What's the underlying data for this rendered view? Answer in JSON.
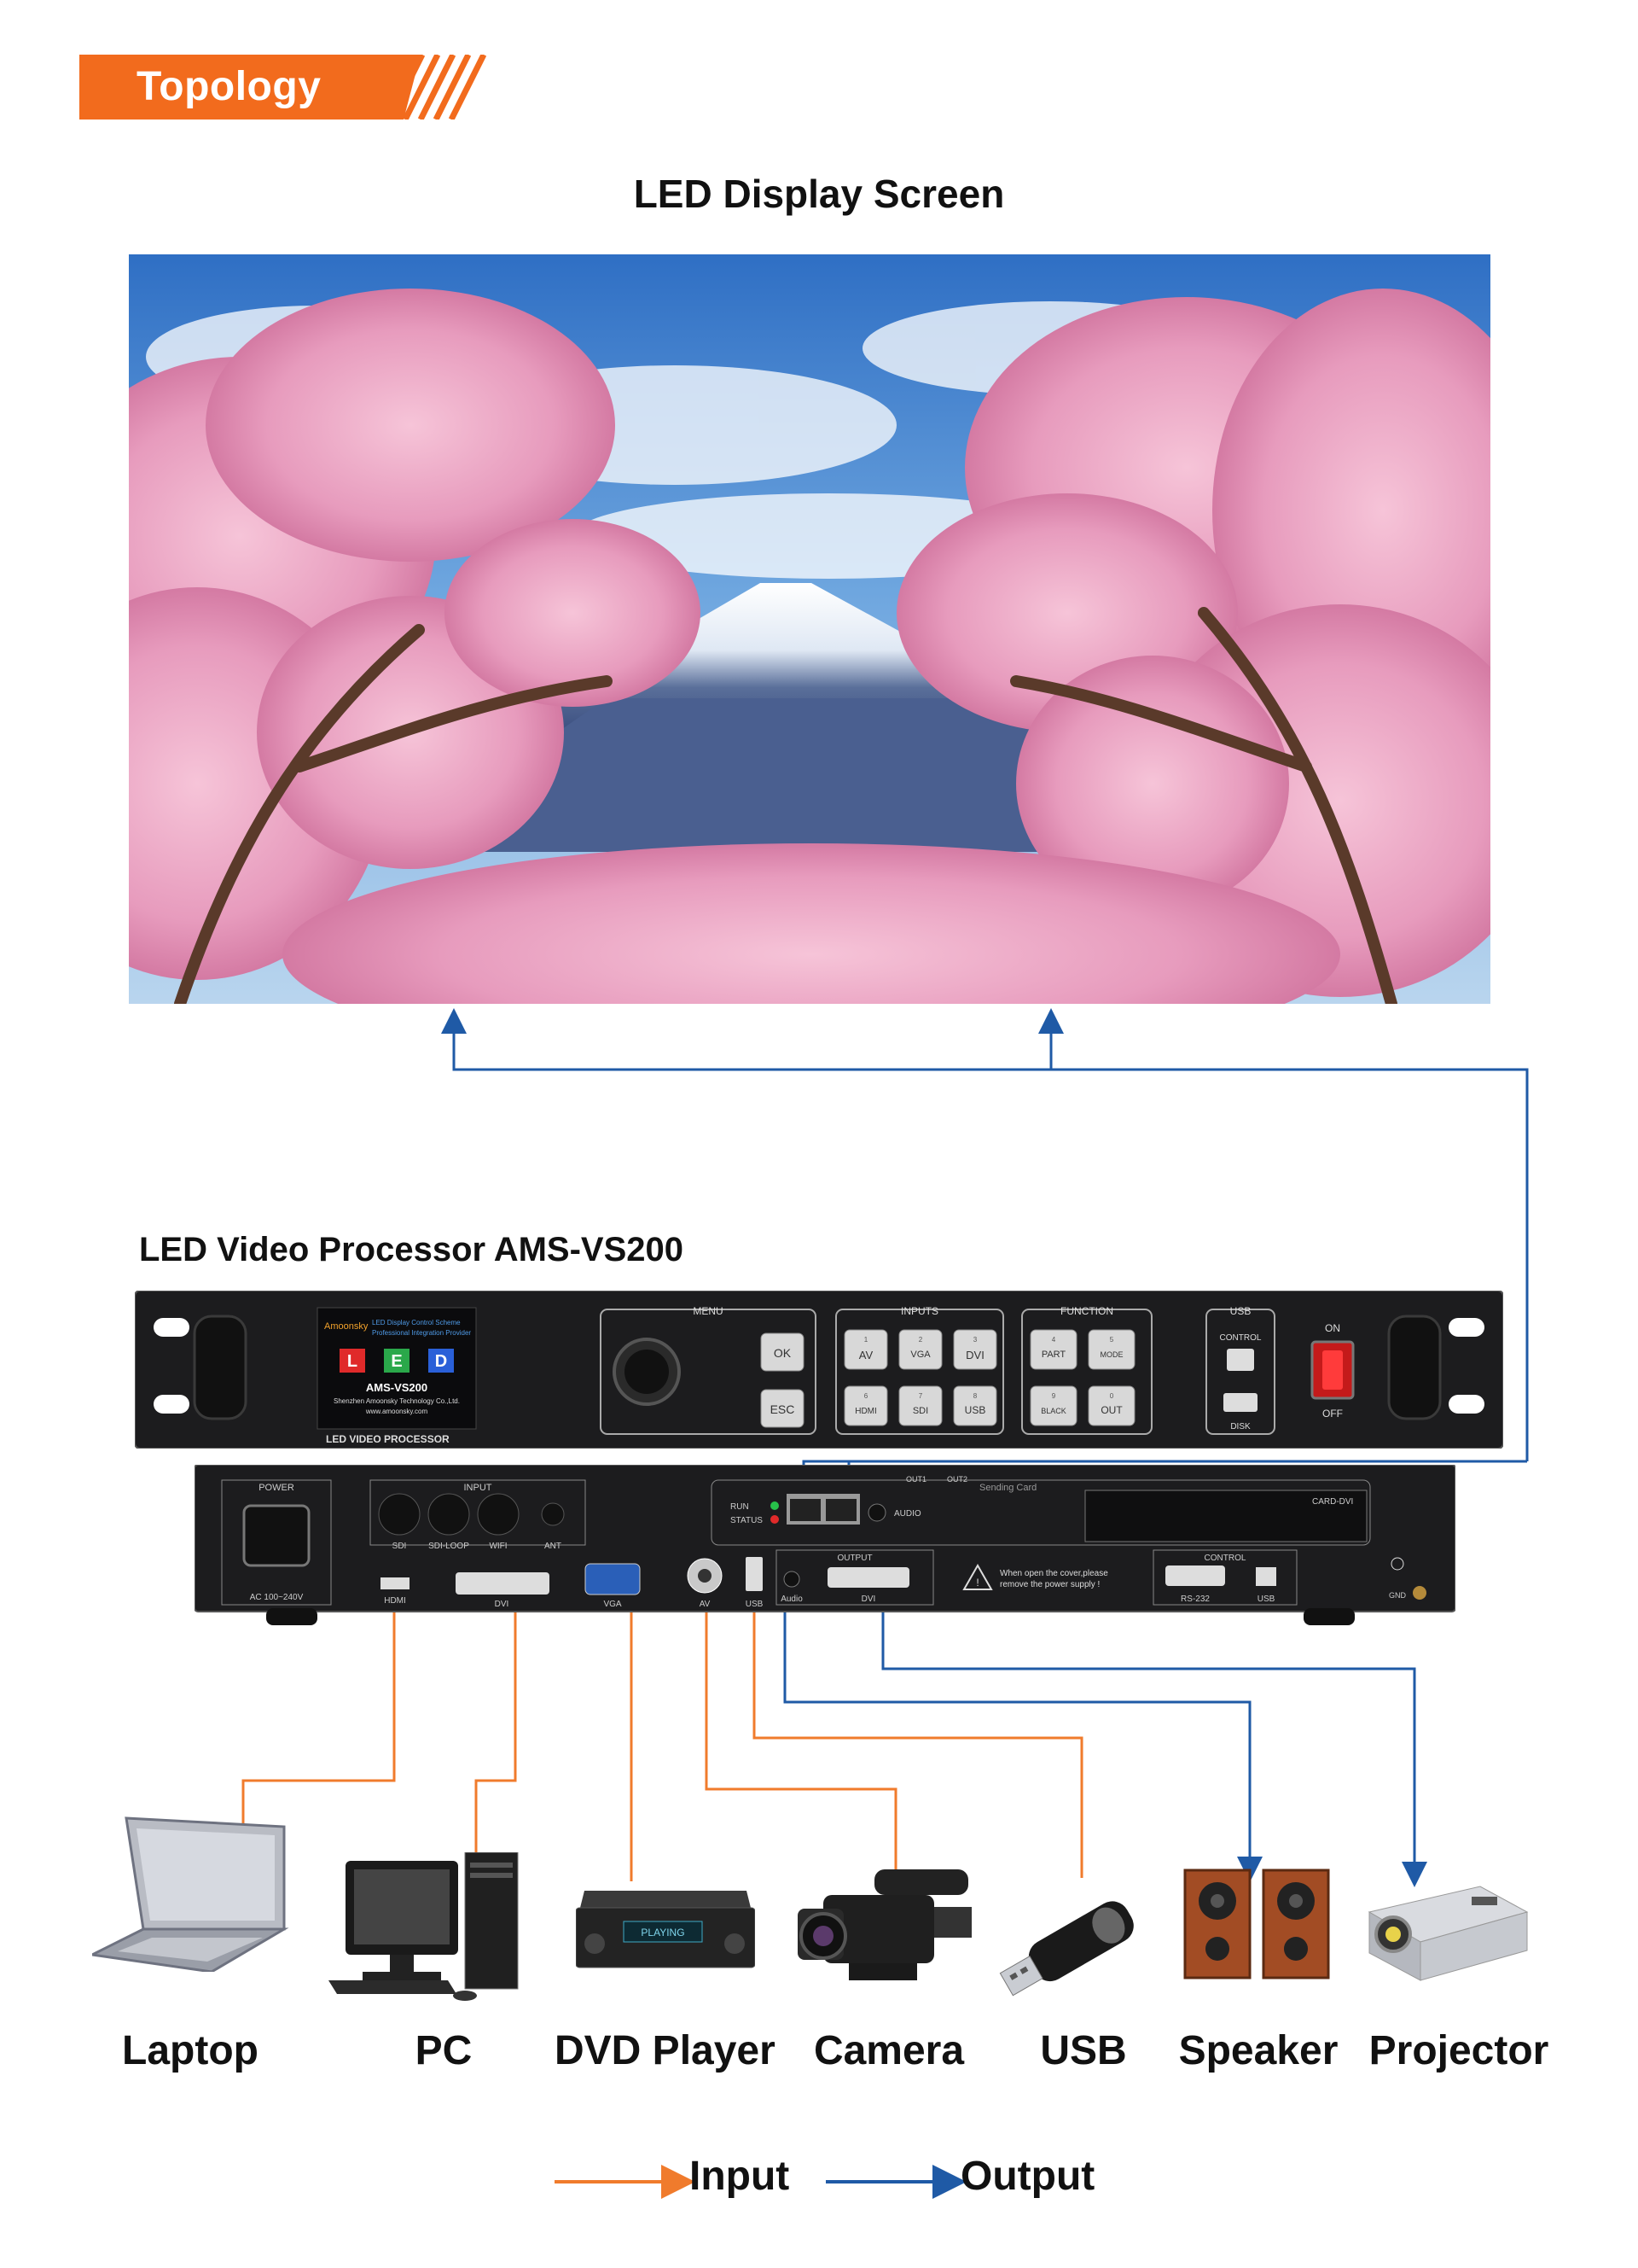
{
  "banner": {
    "title": "Topology"
  },
  "screen_title": "LED Display Screen",
  "processor_title": "LED Video Processor AMS-VS200",
  "front_panel": {
    "logo_brand": "Amoonsky",
    "logo_tagline_1": "LED Display Control Scheme",
    "logo_tagline_2": "Professional Integration Provider",
    "logo_letters": [
      "L",
      "E",
      "D"
    ],
    "logo_model": "AMS-VS200",
    "logo_company": "Shenzhen Amoonsky Technology Co.,Ltd.",
    "logo_website": "www.amoonsky.com",
    "product_name": "LED VIDEO PROCESSOR",
    "menu_label": "MENU",
    "menu_buttons": [
      "OK",
      "ESC"
    ],
    "inputs_label": "INPUTS",
    "input_buttons": [
      {
        "num": "1",
        "label": "AV"
      },
      {
        "num": "2",
        "label": "VGA"
      },
      {
        "num": "3",
        "label": "DVI"
      },
      {
        "num": "6",
        "label": "HDMI"
      },
      {
        "num": "7",
        "label": "SDI"
      },
      {
        "num": "8",
        "label": "USB"
      }
    ],
    "function_label": "FUNCTION",
    "function_buttons": [
      {
        "num": "4",
        "label": "PART"
      },
      {
        "num": "5",
        "label": "MODE"
      },
      {
        "num": "9",
        "label": "BLACK"
      },
      {
        "num": "0",
        "label": "OUT"
      }
    ],
    "usb_label": "USB",
    "usb_control": "CONTROL",
    "usb_disk": "DISK",
    "power_on": "ON",
    "power_off": "OFF"
  },
  "rear_panel": {
    "power_label": "POWER",
    "power_voltage": "AC 100~240V",
    "input_label": "INPUT",
    "input_ports": [
      "SDI",
      "SDI-LOOP",
      "WIFI",
      "ANT"
    ],
    "hdmi": "HDMI",
    "dvi_in": "DVI",
    "vga": "VGA",
    "av": "AV",
    "usb": "USB",
    "run": "RUN",
    "status": "STATUS",
    "out1": "OUT1",
    "out2": "OUT2",
    "audio_top": "AUDIO",
    "sending_card": "Sending Card",
    "card_dvi": "CARD-DVI",
    "output_label": "OUTPUT",
    "audio_out": "Audio",
    "dvi_out": "DVI",
    "warning_1": "When open the cover,please",
    "warning_2": "remove the power supply !",
    "control_label": "CONTROL",
    "rs232": "RS-232",
    "control_usb": "USB",
    "gnd": "GND"
  },
  "devices": [
    "Laptop",
    "PC",
    "DVD Player",
    "Camera",
    "USB",
    "Speaker",
    "Projector"
  ],
  "dvd_display": "PLAYING",
  "legend": {
    "input": "Input",
    "output": "Output"
  },
  "colors": {
    "banner": "#f26b1d",
    "input_line": "#f07b2c",
    "output_line": "#1f5aa6",
    "panel": "#1c1c1e"
  }
}
